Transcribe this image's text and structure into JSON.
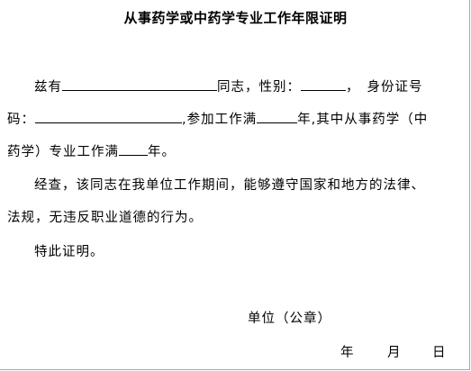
{
  "title": "从事药学或中药学专业工作年限证明",
  "para1": {
    "prefix": "兹有",
    "tongzhi": "同志，性别：",
    "comma": "，",
    "id_label": "身份证号",
    "ma": "码：",
    "join": ",参加工作满",
    "nian1": "年,其中从事药学（中",
    "line3_start": "药学）专业工作满",
    "nian2": "年。"
  },
  "para2": {
    "line1": "经查，该同志在我单位工作期间，能够遵守国家和地方的法律、",
    "line2": "法规，无违反职业道德的行为。"
  },
  "closing": "特此证明。",
  "unit": "单位（公章）",
  "date": {
    "year": "年",
    "month": "月",
    "day": "日"
  }
}
